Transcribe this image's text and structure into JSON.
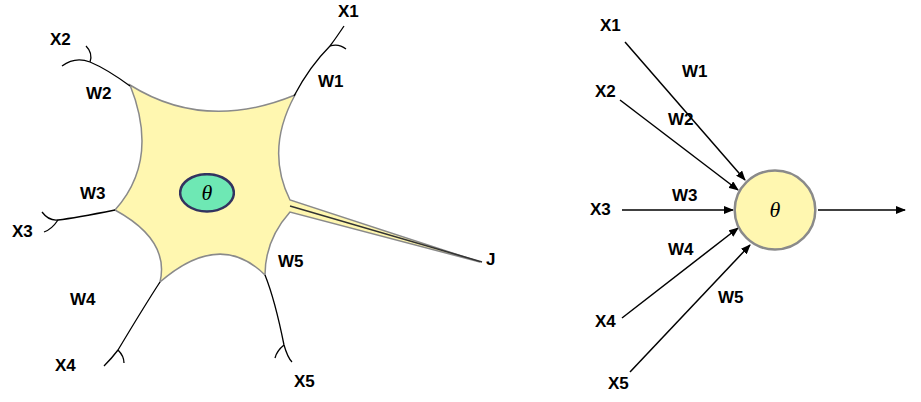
{
  "diagram": {
    "nodes": [
      {
        "text": [
          "θ"
        ]
      },
      {
        "text": [
          "θ"
        ]
      }
    ],
    "labels": [
      "X1",
      "X2",
      "X3",
      "X4",
      "X5",
      "W1",
      "W2",
      "W3",
      "W4",
      "W5",
      "J",
      "X1",
      "X2",
      "X3",
      "X4",
      "X5",
      "W1",
      "W2",
      "W3",
      "W4",
      "W5"
    ]
  }
}
